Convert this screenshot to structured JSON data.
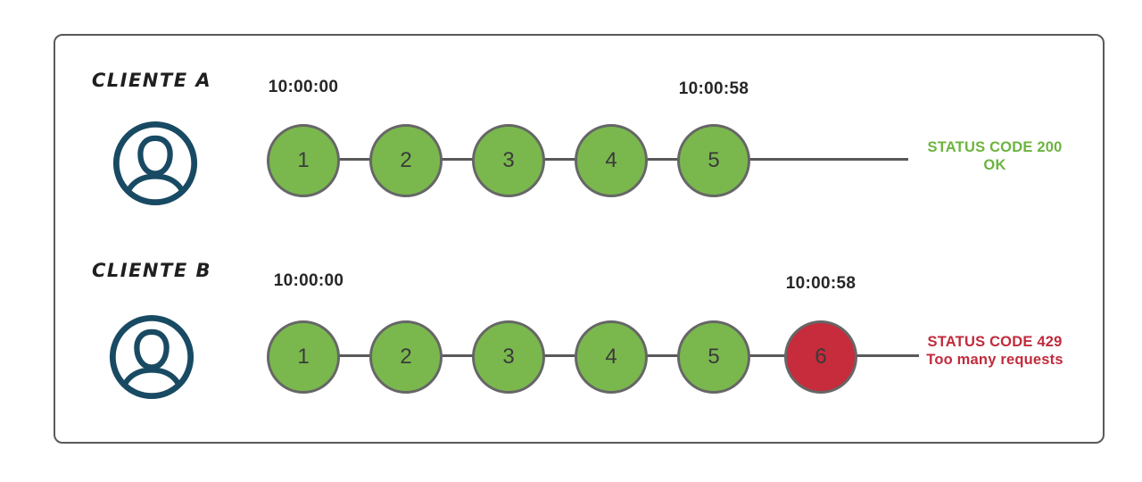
{
  "colors": {
    "frame-border": "#595959",
    "line": "#595959",
    "circle-border": "#666666",
    "green": "#7ab84e",
    "red": "#c62c3c",
    "number": "#3a3a3a",
    "timestamp": "#262626",
    "label": "#1f1f1f",
    "status-green": "#6cb43f",
    "status-red": "#c12b3c",
    "avatar": "#194a63"
  },
  "rows": [
    {
      "client_label": "CLIENTE A",
      "start_time": "10:00:00",
      "end_time": "10:00:58",
      "requests": [
        "1",
        "2",
        "3",
        "4",
        "5"
      ],
      "request_states": [
        "ok",
        "ok",
        "ok",
        "ok",
        "ok"
      ],
      "status_line1": "STATUS CODE 200",
      "status_line2": "OK"
    },
    {
      "client_label": "CLIENTE B",
      "start_time": "10:00:00",
      "end_time": "10:00:58",
      "requests": [
        "1",
        "2",
        "3",
        "4",
        "5",
        "6"
      ],
      "request_states": [
        "ok",
        "ok",
        "ok",
        "ok",
        "ok",
        "blocked"
      ],
      "status_line1": "STATUS CODE 429",
      "status_line2": "Too many requests"
    }
  ]
}
